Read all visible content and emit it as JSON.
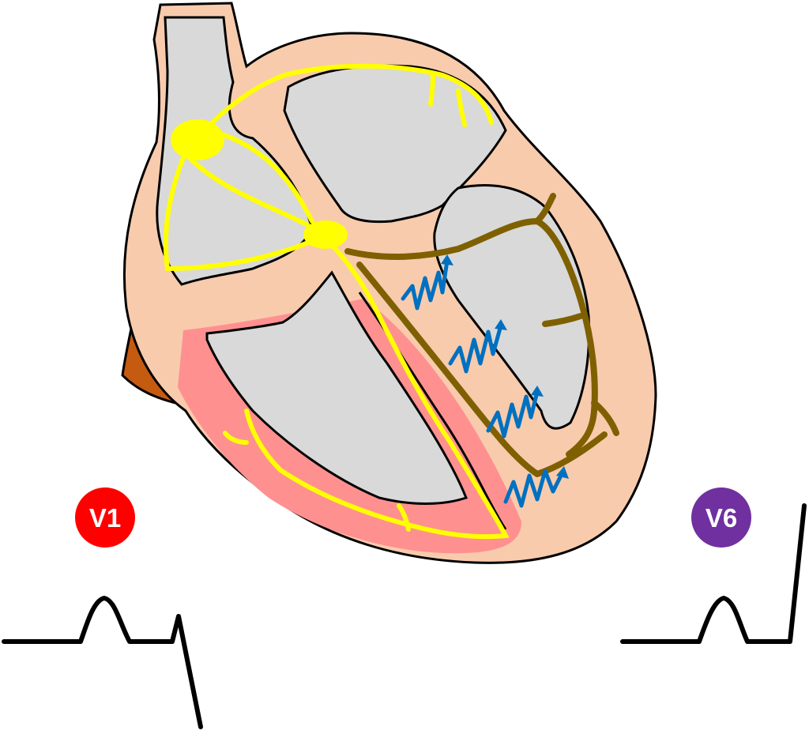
{
  "leads": [
    {
      "label": "V1",
      "color": "#ff0000"
    },
    {
      "label": "V6",
      "color": "#7030a0"
    }
  ],
  "colors": {
    "myocardium": "#f8cbad",
    "chamber": "#d9d9d9",
    "right_ventricle_wall": "#ff9090",
    "conduction_system": "#ffff00",
    "left_bundle_branch": "#7f6000",
    "aorta_vessel": "#c55a11",
    "depolarization_wave": "#0070c0",
    "outline": "#000000",
    "ecg_trace": "#000000"
  },
  "icons": {
    "depolarization_wave": "blue-squiggle-arrow"
  }
}
